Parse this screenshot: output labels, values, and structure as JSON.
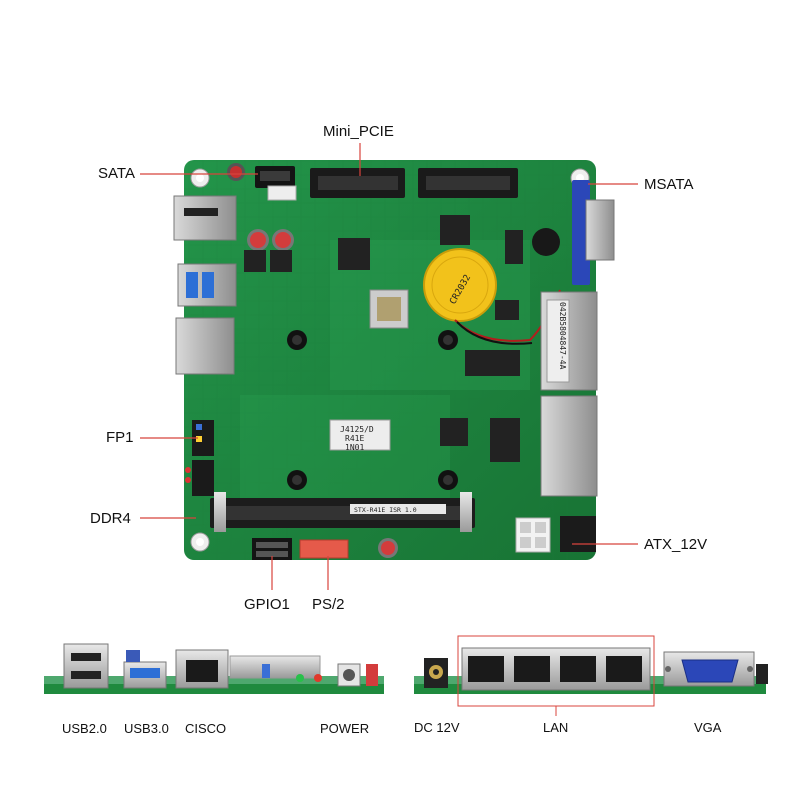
{
  "top_view": {
    "labels": {
      "mini_pcie": "Mini_PCIE",
      "sata": "SATA",
      "msata": "MSATA",
      "fp1": "FP1",
      "ddr4": "DDR4",
      "atx_12v": "ATX_12V",
      "gpio1": "GPIO1",
      "ps2": "PS/2"
    },
    "silkscreen": {
      "cpu_line1": "J4125/D",
      "cpu_line2": "R41E",
      "cpu_line3": "1N01",
      "mac_sticker": "042B5804847-4A",
      "board_id": "STX-R41E ISR 1.0",
      "battery_text": "CR2032"
    }
  },
  "front_panel": {
    "labels": {
      "usb20": "USB2.0",
      "usb30": "USB3.0",
      "cisco": "CISCO",
      "power": "POWER"
    }
  },
  "rear_panel": {
    "labels": {
      "dc12v": "DC 12V",
      "lan": "LAN",
      "vga": "VGA"
    }
  },
  "colors": {
    "pcb_green": "#1f8a3e",
    "pcb_dark": "#166e30",
    "battery_yellow": "#f2c21b",
    "vga_blue": "#2b47b8",
    "usb3_blue": "#2d6fd6",
    "leader_red": "#d8443c"
  }
}
